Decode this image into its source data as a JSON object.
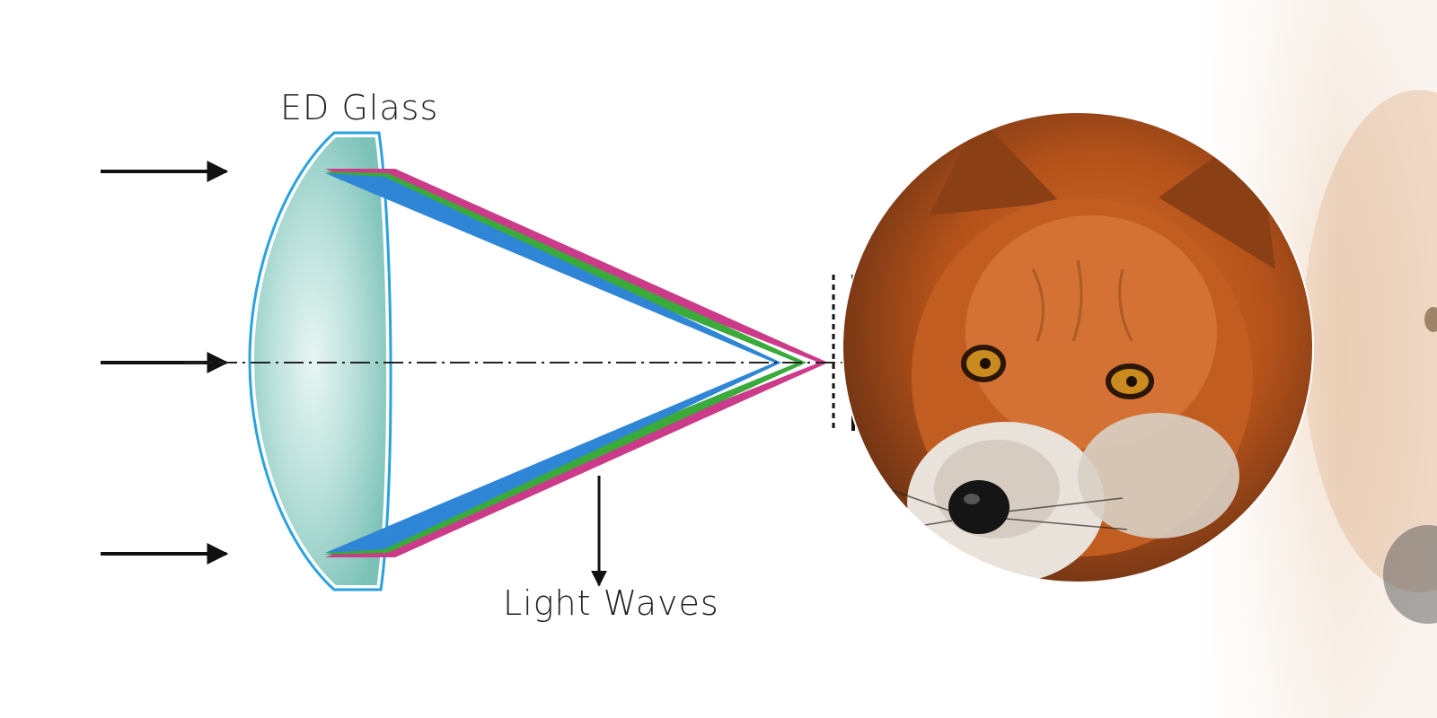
{
  "diagram": {
    "lens_label": "ED Glass",
    "waves_label": "Light Waves",
    "subject_icon": "fox-face-photo",
    "colors": {
      "lens_outline": "#2aa2e0",
      "lens_fill_center": "#e8f6f3",
      "lens_fill_edge": "#7cc2b8",
      "ray_red": "#cc3b8a",
      "ray_green": "#3aaa3a",
      "ray_blue": "#2f86d6",
      "arrow": "#111111",
      "fox_fur": "#c9601e"
    }
  }
}
